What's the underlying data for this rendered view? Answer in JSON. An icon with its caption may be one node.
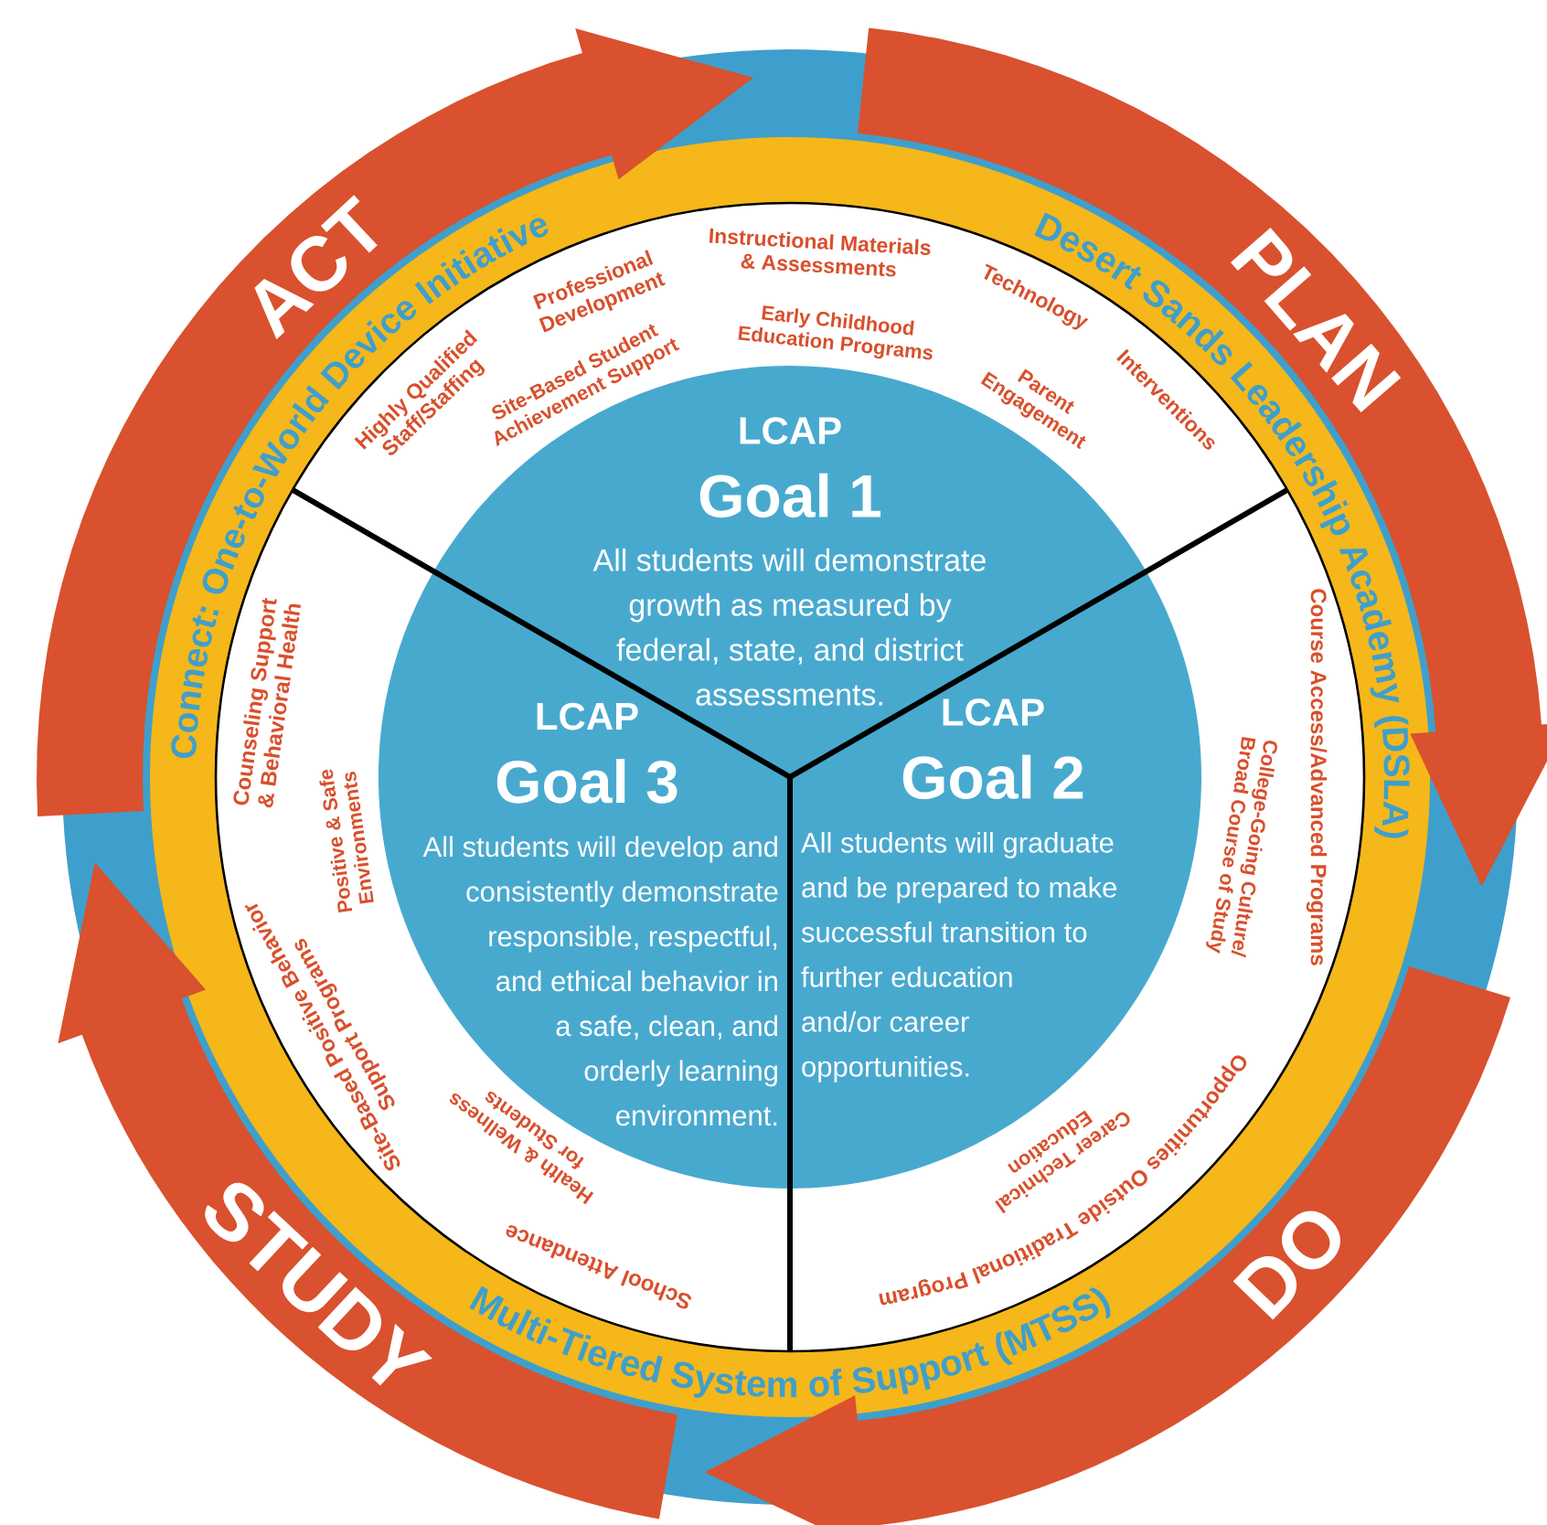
{
  "diagram": {
    "nodes": [
      {
        "text": [
          "ACT"
        ]
      },
      {
        "text": [
          "PLAN"
        ]
      },
      {
        "text": [
          "LCAP",
          "Goal 1",
          "All students will demonstrate growth as measured by federal, state, and district assessments."
        ]
      },
      {
        "text": [
          "LCAP",
          "Goal 3",
          "All students will develop and consistently demonstrate responsible, respectful, and ethical behavior in a safe, clean, and orderly learning environment."
        ]
      },
      {
        "text": [
          "LCAP",
          "Goal 2",
          "All students will graduate and be prepared to make successful transition to further education and/or career opportunities."
        ]
      },
      {
        "text": [
          "STUDY"
        ]
      },
      {
        "text": [
          "DO"
        ]
      }
    ],
    "labels": [
      "Connect: One-to-World Device Initiative",
      "Desert Sands Leadership Academy (DSLA)",
      "Instructional Materials & Assessments",
      "Professional Development",
      "Technology",
      "Early Childhood Education Programs",
      "Highly Qualified Staff/Staffing",
      "Site-Based Student Achievement Support",
      "Parent Engagement",
      "Interventions",
      "Counseling Support & Behavioral Health",
      "Course Access/Advanced Programs",
      "Positive & Safe Environments",
      "College-Going Culture/ Broad Course of Study",
      "Site-Based Positive Behavior Support Programs",
      "Opportunities Outside Traditional Program",
      "Health & Wellness for Students",
      "Career Technical Education",
      "School Attendance",
      "Multi-Tiered System of Support (MTSS)"
    ]
  }
}
